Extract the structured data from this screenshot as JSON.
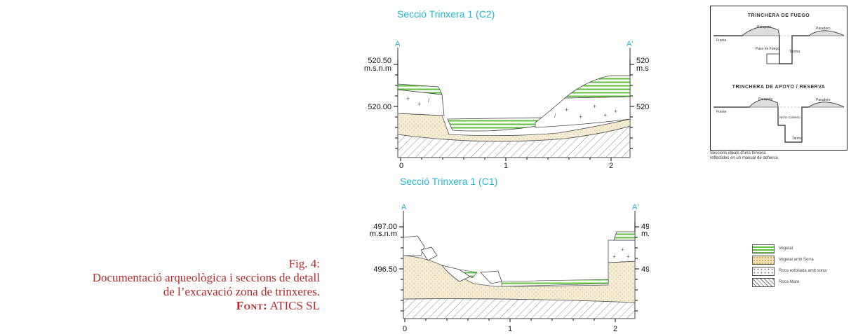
{
  "caption": {
    "fig": "Fig. 4:",
    "line1": "Documentació arqueològica i seccions de detall",
    "line2": "de l’excavació zona de trinxeres.",
    "source_label": "Font:",
    "source": " ATICS SL"
  },
  "section_c2": {
    "title": "Secció Trinxera 1  (C2)",
    "left_marker": "A",
    "right_marker": "A'",
    "y_ticks": [
      "520.50",
      "520.00"
    ],
    "unit": "m.s.n.m",
    "x_ticks": [
      "0",
      "1",
      "2"
    ]
  },
  "section_c1": {
    "title": "Secció Trinxera 1 (C1)",
    "left_marker": "A",
    "right_marker": "A'",
    "y_ticks": [
      "497.00",
      "496.50"
    ],
    "unit": "m.s.n.m",
    "x_ticks": [
      "0",
      "1",
      "2"
    ]
  },
  "manual": {
    "title_top": "TRINCHERA DE FUEGO",
    "title_bottom": "TRINCHERA DE APOYO / RESERVA",
    "parapeto": "Parapeto",
    "paradero": "Paradero",
    "frente": "Frente",
    "paso_fuego": "Paso de Fuego",
    "tarima": "Tarima",
    "nicho": "Nicho Cubierto",
    "caption_line1": "Seccions ideals d'una trinxera",
    "caption_line2": "reflectides en un manual de defensa."
  },
  "legend": [
    {
      "label": "Vegetal",
      "color": "#5fbf3b"
    },
    {
      "label": "Vegetal amb Sorra",
      "color": "#e8d6a6"
    },
    {
      "label": "Roca exfoliada amb sorra",
      "color": "#ffffff"
    },
    {
      "label": "Roca Mare",
      "color": "#ffffff"
    }
  ],
  "colors": {
    "caption": "#b3292a",
    "title": "#22b5d6",
    "vegetal": "#5fbf3b",
    "sand": "#efe6cc"
  }
}
